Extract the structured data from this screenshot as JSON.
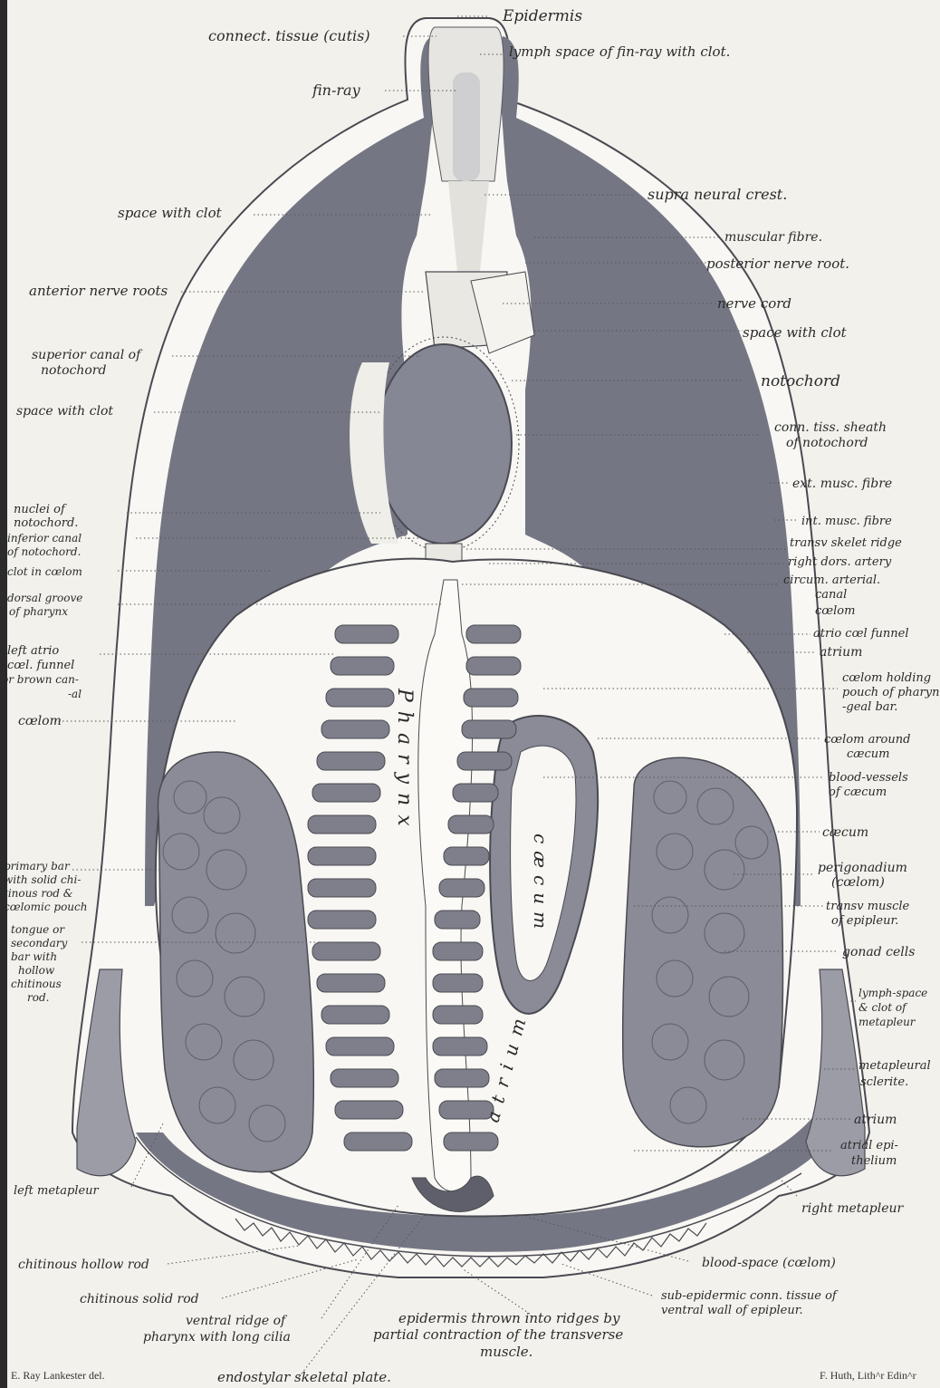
{
  "labels": {
    "epidermis": "Epidermis",
    "connect_tissue": "connect. tissue (cutis)",
    "lymph_space_fin_ray": "lymph space of fin-ray with clot.",
    "fin_ray": "fin-ray",
    "supra_neural_crest": "supra neural crest.",
    "space_with_clot_1": "space with clot",
    "muscular_fibre": "muscular fibre.",
    "posterior_nerve_root": "posterior nerve root.",
    "anterior_nerve_roots": "anterior nerve roots",
    "nerve_cord": "nerve cord",
    "space_with_clot_2": "space with clot",
    "superior_canal_1": "superior canal of",
    "superior_canal_2": "notochord",
    "notochord": "notochord",
    "space_with_clot_3": "space with clot",
    "conn_tiss_sheath_1": "conn. tiss. sheath",
    "conn_tiss_sheath_2": "of notochord",
    "ext_musc_fibre": "ext. musc. fibre",
    "nuclei_notochord_1": "nuclei of",
    "nuclei_notochord_2": "notochord.",
    "int_musc_fibre": "int. musc. fibre",
    "inferior_canal_1": "inferior canal",
    "inferior_canal_2": "of notochord.",
    "transv_skelet_ridge": "transv skelet ridge",
    "clot_in_coelom": "clot in cœlom",
    "right_dors_artery": "right dors. artery",
    "circum_arterial_1": "circum. arterial.",
    "circum_arterial_2": "canal",
    "circum_arterial_3": "cœlom",
    "dorsal_groove_1": "dorsal groove",
    "dorsal_groove_2": "of pharynx",
    "atrio_coel_funnel": "atrio cœl funnel",
    "left_atrio_1": "left atrio",
    "left_atrio_2": "cœl. funnel",
    "left_atrio_3": "or brown can-",
    "left_atrio_4": "-al",
    "atrium_1": "atrium",
    "coelom_holding_1": "cœlom holding",
    "coelom_holding_2": "pouch of pharyn-",
    "coelom_holding_3": "-geal bar.",
    "coelom_left": "cœlom",
    "coelom_around_1": "cœlom around",
    "coelom_around_2": "cæcum",
    "blood_vessels_1": "blood-vessels",
    "blood_vessels_2": "of cæcum",
    "caecum_label": "cæcum",
    "perigonadium_1": "perigonadium",
    "perigonadium_2": "(cœlom)",
    "primary_bar_1": "primary bar",
    "primary_bar_2": "with solid chi-",
    "primary_bar_3": "tinous rod &",
    "primary_bar_4": "cœlomic pouch",
    "transv_muscle_1": "transv muscle",
    "transv_muscle_2": "of epipleur.",
    "tongue_1": "tongue or",
    "tongue_2": "secondary",
    "tongue_3": "bar with",
    "tongue_4": "hollow",
    "tongue_5": "chitinous",
    "tongue_6": "rod.",
    "gonad_cells": "gonad cells",
    "lymph_space_meta_1": "lymph-space",
    "lymph_space_meta_2": "& clot of",
    "lymph_space_meta_3": "metapleur",
    "metapleural_1": "metapleural",
    "metapleural_2": "sclerite.",
    "atrium_2": "atrium",
    "atrial_epi_1": "atrial epi-",
    "atrial_epi_2": "thelium",
    "left_metapleur": "left metapleur",
    "right_metapleur": "right metapleur",
    "chitinous_hollow_rod": "chitinous hollow rod",
    "blood_space": "blood-space (cœlom)",
    "chitinous_solid_rod": "chitinous solid rod",
    "sub_epidermic_1": "sub-epidermic conn. tissue of",
    "sub_epidermic_2": "ventral wall of epipleur.",
    "ventral_ridge_1": "ventral ridge of",
    "ventral_ridge_2": "pharynx with long cilia",
    "epidermis_ridges_1": "epidermis thrown into ridges by",
    "epidermis_ridges_2": "partial contraction of the transverse",
    "epidermis_ridges_3": "muscle.",
    "endostylar": "endostylar skeletal plate.",
    "pharynx_inner": "Pharynx",
    "caecum_inner": "cæcum",
    "atrium_inner": "atrium"
  },
  "credits": {
    "artist": "E. Ray Lankester del.",
    "lithographer": "F. Huth, Lith^r Edin^r"
  },
  "colors": {
    "muscle": "#757683",
    "gonad": "#8a8b96",
    "paper": "#f3f1ec",
    "outline": "#4a4a52"
  }
}
